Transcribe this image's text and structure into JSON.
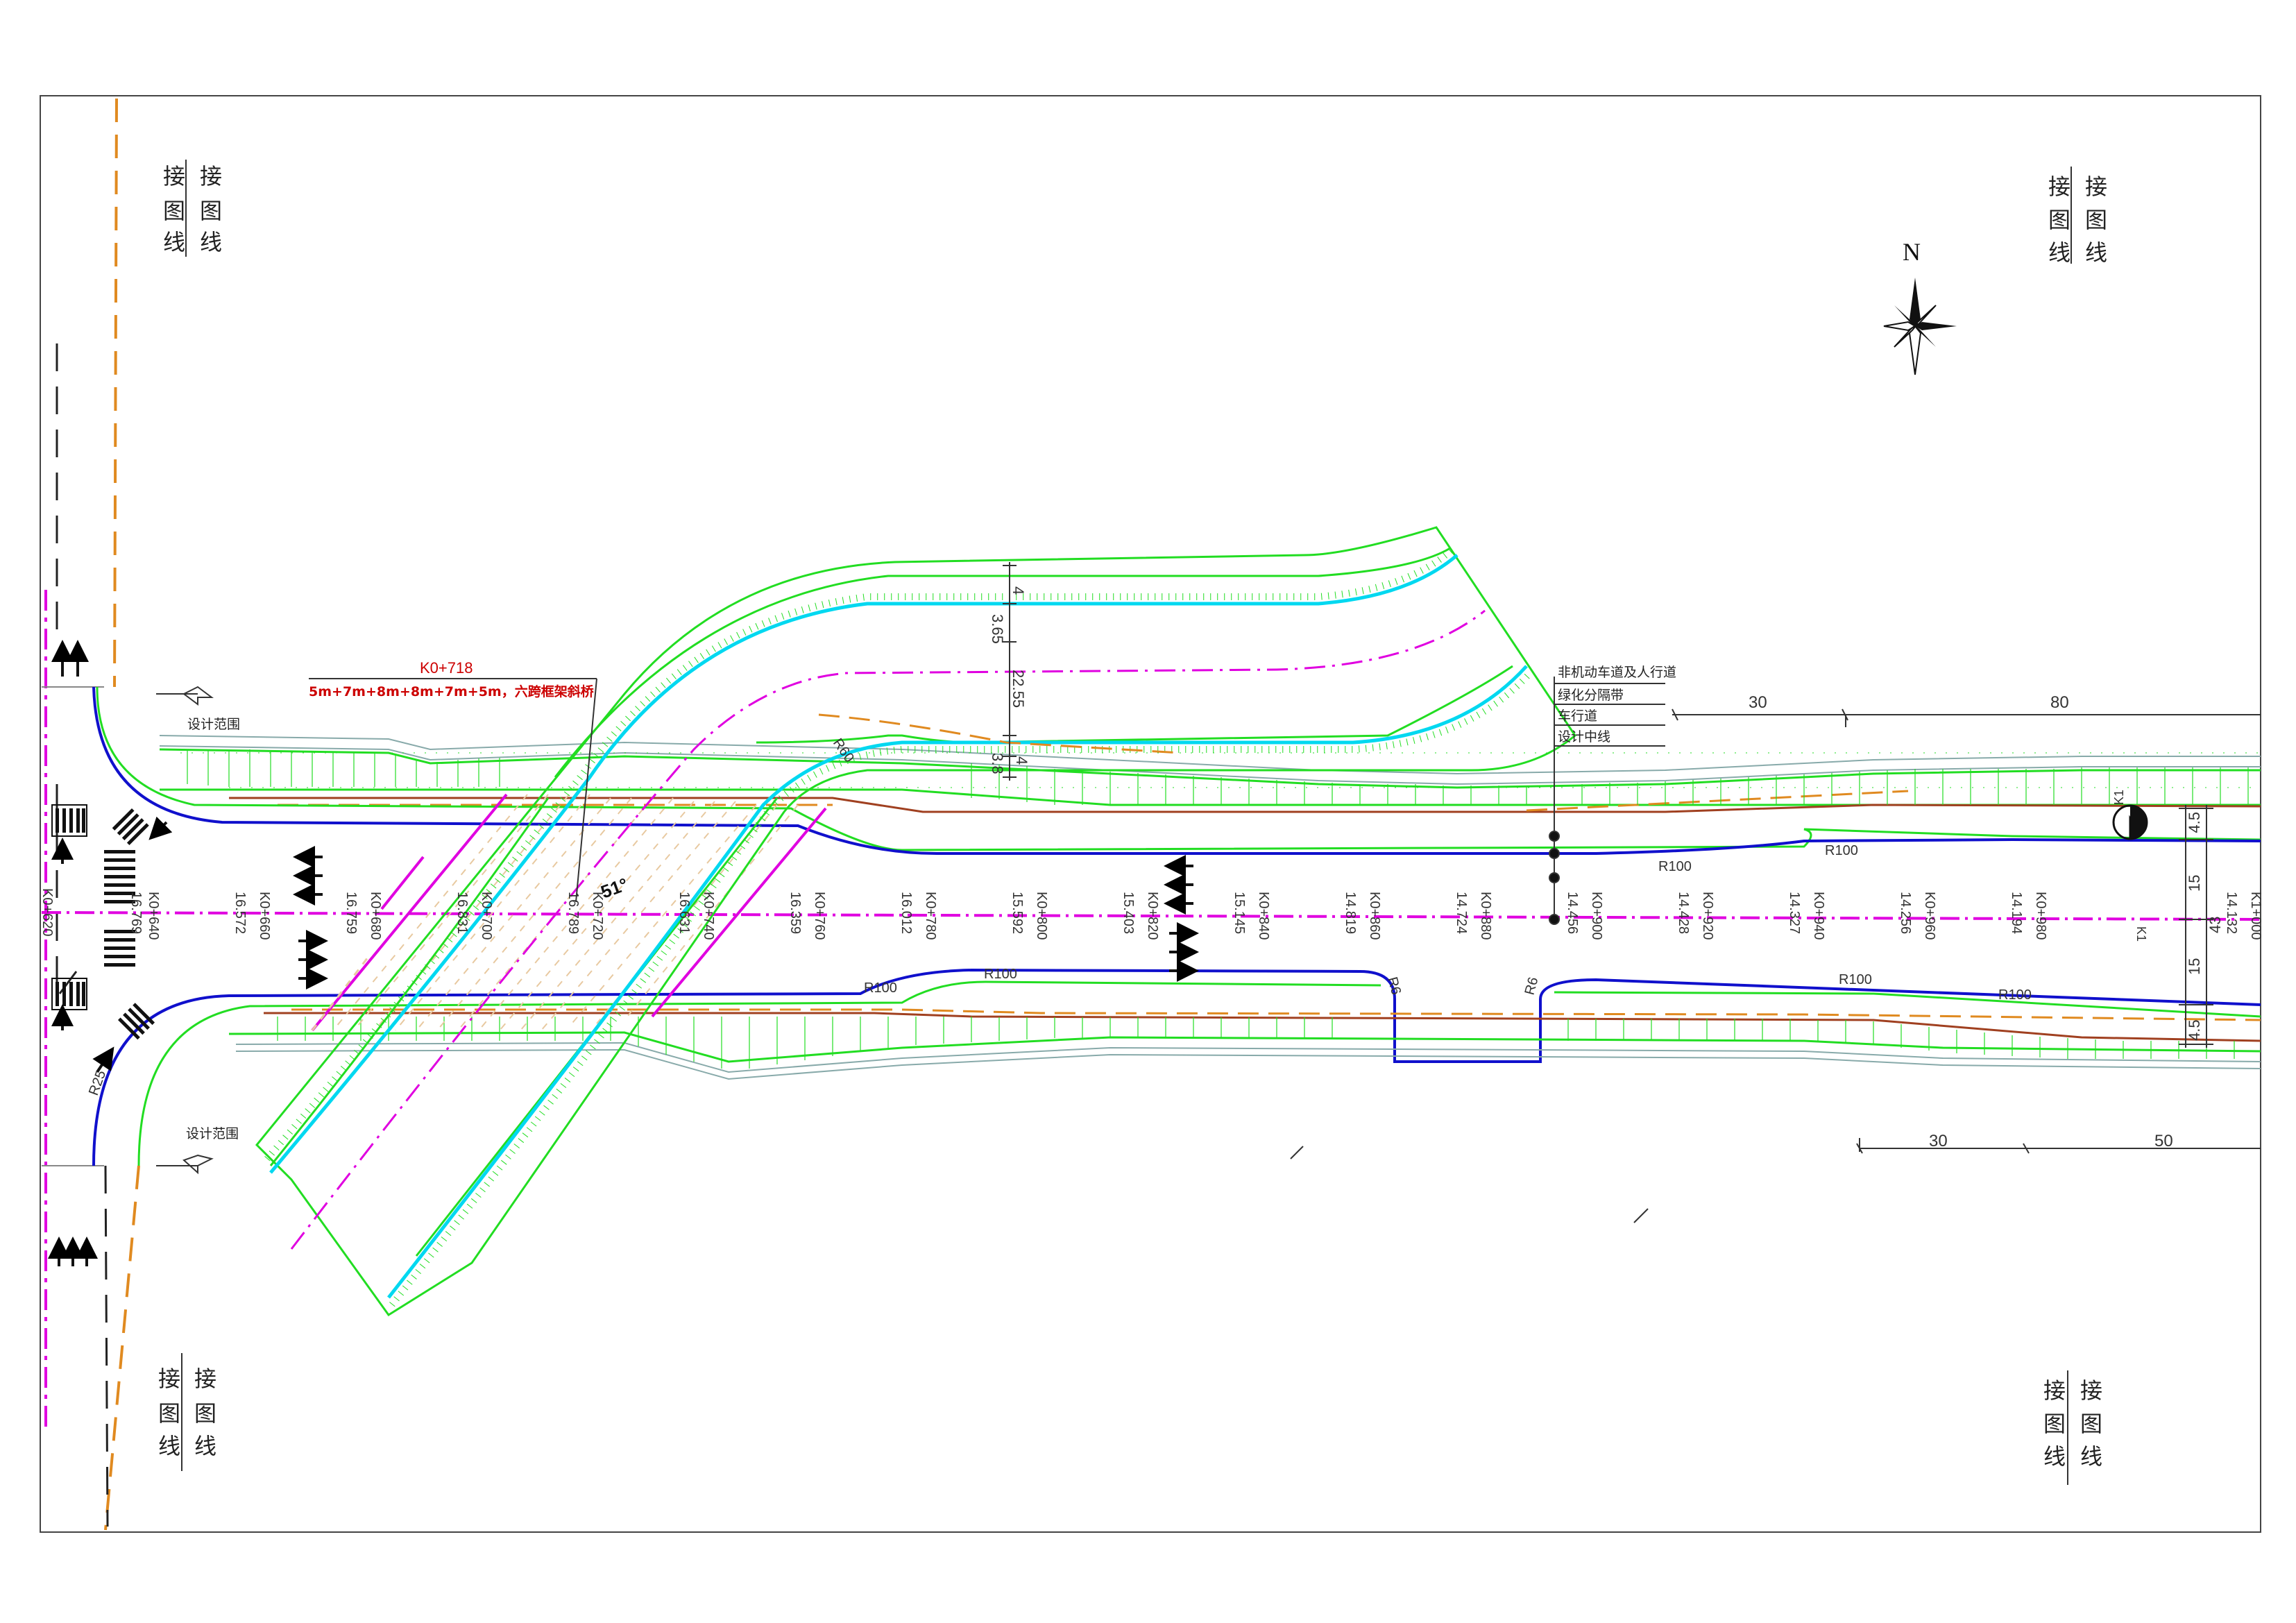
{
  "match_line": {
    "chars": [
      "接",
      "图",
      "线"
    ]
  },
  "north_label": "N",
  "bridge": {
    "station": "K0+718",
    "spec": "5m+7m+8m+8m+7m+5m，六跨框架斜桥"
  },
  "design_range": "设计范围",
  "legend": {
    "items": [
      "非机动车道及人行道",
      "绿化分隔带",
      "车行道",
      "设计中线"
    ]
  },
  "angle_label": "51°",
  "radii": {
    "r60": "R60",
    "r100": "R100",
    "r6": "R6",
    "r25": "R25"
  },
  "side_road_dims": [
    "4",
    "3.65",
    "22.55",
    "3.8",
    "4"
  ],
  "top_dims": [
    "30",
    "80"
  ],
  "bottom_dims": [
    "30",
    "50"
  ],
  "right_dims": [
    "4.5",
    "15",
    "15",
    "4.5",
    "43"
  ],
  "k1_labels": [
    "K1",
    "K1"
  ],
  "stations": [
    {
      "label": "K0+620",
      "elev": ""
    },
    {
      "label": "K0+640",
      "elev": "16.769"
    },
    {
      "label": "K0+660",
      "elev": "16.572"
    },
    {
      "label": "K0+680",
      "elev": "16.759"
    },
    {
      "label": "K0+700",
      "elev": "16.831"
    },
    {
      "label": "K0+720",
      "elev": "16.789"
    },
    {
      "label": "K0+740",
      "elev": "16.631"
    },
    {
      "label": "K0+760",
      "elev": "16.359"
    },
    {
      "label": "K0+780",
      "elev": "16.012"
    },
    {
      "label": "K0+800",
      "elev": "15.592"
    },
    {
      "label": "K0+820",
      "elev": "15.403"
    },
    {
      "label": "K0+840",
      "elev": "15.145"
    },
    {
      "label": "K0+860",
      "elev": "14.819"
    },
    {
      "label": "K0+880",
      "elev": "14.724"
    },
    {
      "label": "K0+900",
      "elev": "14.456"
    },
    {
      "label": "K0+920",
      "elev": "14.428"
    },
    {
      "label": "K0+940",
      "elev": "14.327"
    },
    {
      "label": "K0+960",
      "elev": "14.256"
    },
    {
      "label": "K0+980",
      "elev": "14.194"
    },
    {
      "label": "K1+000",
      "elev": "14.132"
    }
  ],
  "colors": {
    "green": "#22dd22",
    "blue": "#1010cc",
    "cyan": "#00d8f0",
    "magenta": "#e000e0",
    "orange": "#e08a20",
    "brown": "#a04020",
    "red": "#cc0000"
  }
}
